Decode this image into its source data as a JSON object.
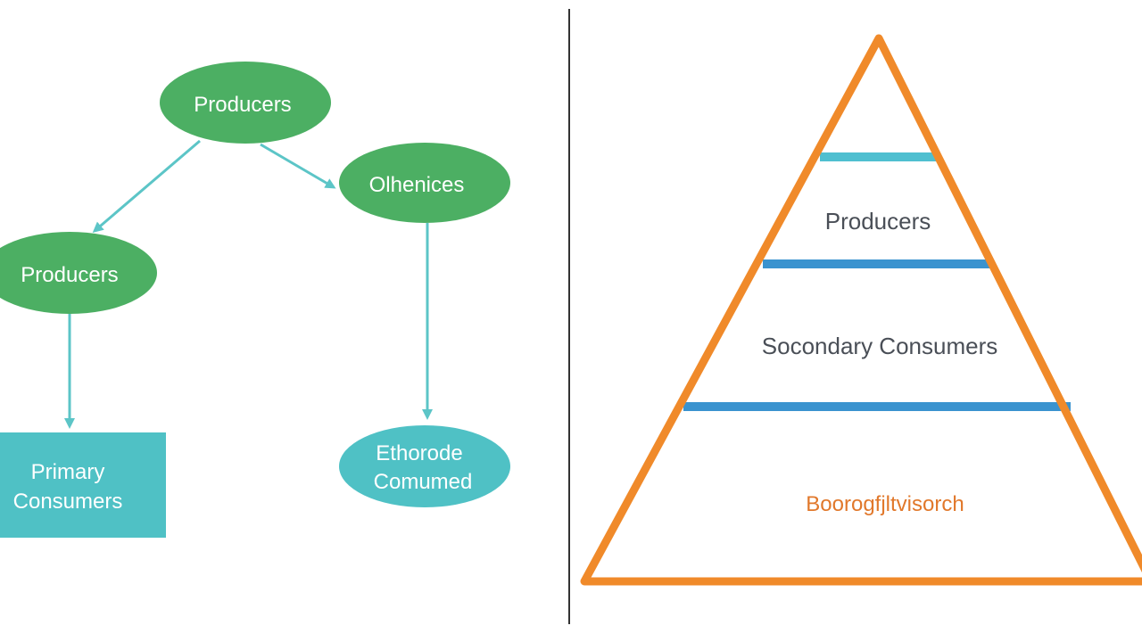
{
  "flowchart": {
    "nodes": {
      "top": {
        "label": "Producers"
      },
      "right": {
        "label": "Olhenices"
      },
      "left": {
        "label": "Producers"
      },
      "bottom_left": {
        "line1": "Primary",
        "line2": "Consumers"
      },
      "bottom_right": {
        "line1": "Ethorode",
        "line2": "Comumed"
      }
    },
    "colors": {
      "green": "#4caf63",
      "teal": "#4fc1c5",
      "arrow": "#5cc5c7"
    }
  },
  "pyramid": {
    "tiers": [
      {
        "label": "Producers"
      },
      {
        "label": "Socondary Consumers"
      },
      {
        "label": "Boorogfjltvisorch"
      }
    ],
    "colors": {
      "outline": "#f08a2a",
      "band_light": "#4fbfd0",
      "band": "#3a93cf"
    }
  },
  "divider": {
    "color": "#333333"
  }
}
